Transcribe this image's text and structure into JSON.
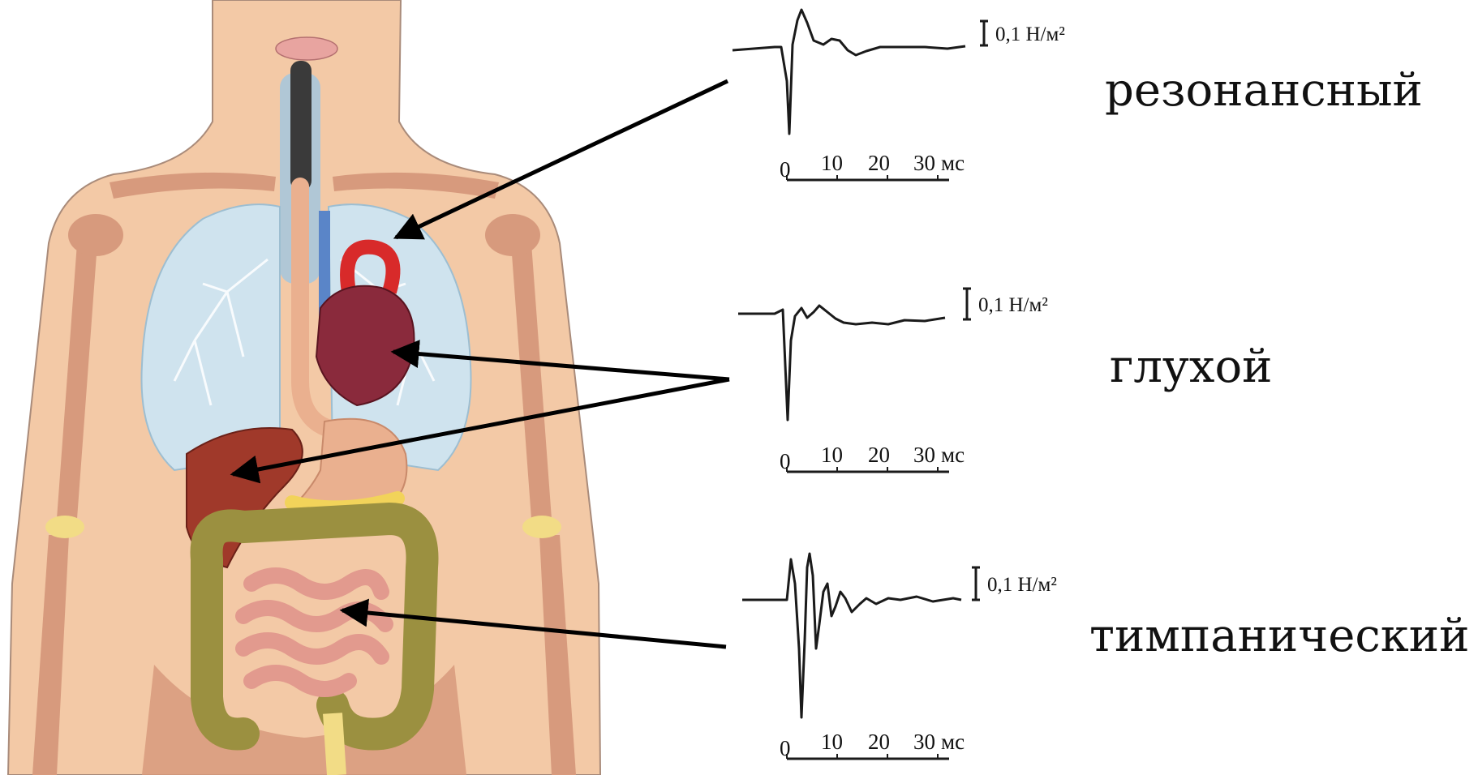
{
  "sounds": [
    {
      "label": "резонансный",
      "organ": "lungs",
      "scale": "0,1 Н/м²",
      "ticks": [
        "0",
        "10",
        "20",
        "30"
      ],
      "unit": "мс"
    },
    {
      "label": "глухой",
      "organ": "heart and liver",
      "scale": "0,1 Н/м²",
      "ticks": [
        "0",
        "10",
        "20",
        "30"
      ],
      "unit": "мс"
    },
    {
      "label": "тимпанический",
      "organ": "intestines",
      "scale": "0,1 Н/м²",
      "ticks": [
        "0",
        "10",
        "20",
        "30"
      ],
      "unit": "мс"
    }
  ],
  "colors": {
    "skin": "#f3c9a6",
    "bone": "#d79a7d",
    "lung": "#cfe3ee",
    "heart": "#8a2a3c",
    "liver": "#a0392a",
    "stomach": "#eab08f",
    "intestine": "#e29a8e",
    "colon": "#9b9040",
    "trace": "#1a1a1a"
  }
}
